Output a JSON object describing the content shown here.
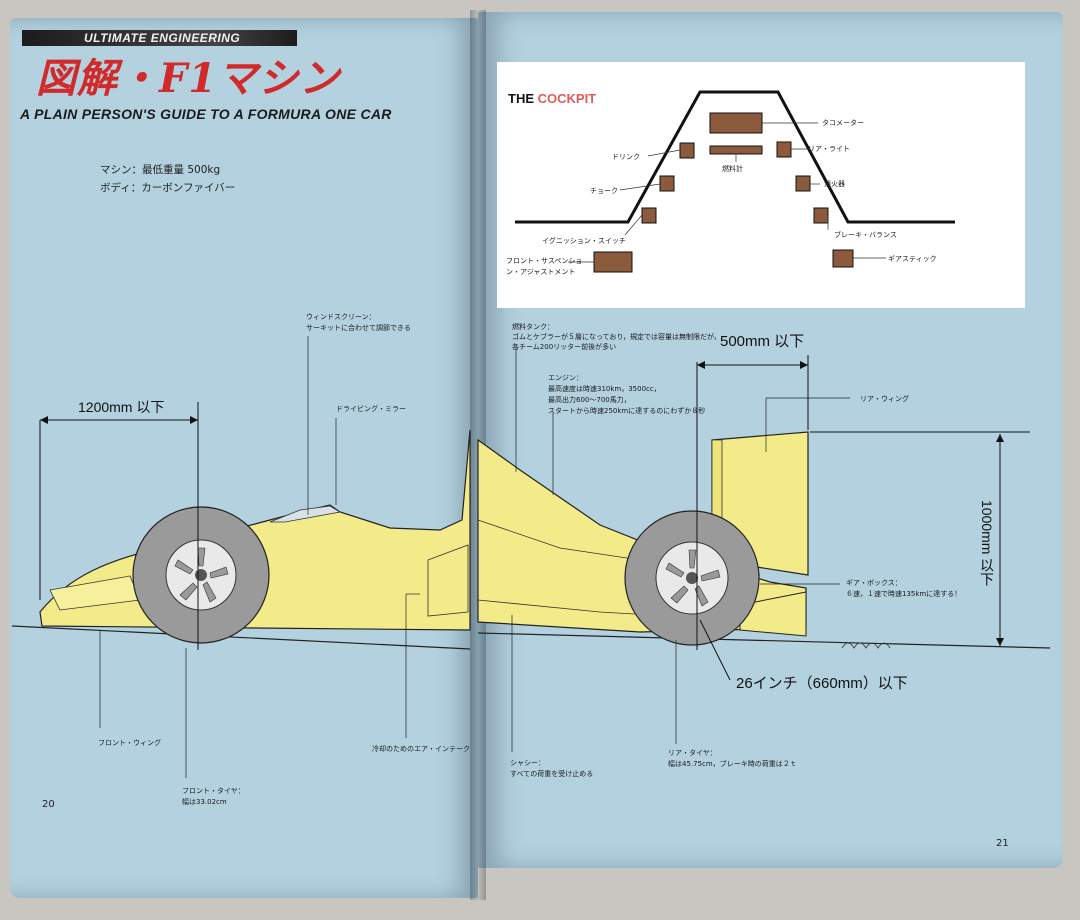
{
  "left_page": {
    "banner_text": "ULTIMATE ENGINEERING",
    "title": "図解・F1マシン",
    "subtitle": "A PLAIN PERSON'S GUIDE TO A FORMURA ONE CAR",
    "spec_line_1": "マシン：最低重量 500kg",
    "spec_line_2": "ボディ：カーボンファイバー",
    "page_number": "20",
    "dim_front": "1200mm 以下",
    "annotations": {
      "windscreen_1": "ウィンドスクリーン：",
      "windscreen_2": "サーキットに合わせて調節できる",
      "mirror": "ドライビング・ミラー",
      "front_wing": "フロント・ウィング",
      "front_tire_1": "フロント・タイヤ：",
      "front_tire_2": "幅は33.02cm",
      "air_intake": "冷却のためのエア・インテーク"
    }
  },
  "right_page": {
    "page_number": "21",
    "cockpit": {
      "title_a": "THE ",
      "title_b": "COCKPIT",
      "labels": {
        "tachometer": "タコメーター",
        "drink": "ドリンク",
        "rear_light": "リア・ライト",
        "choke": "チョーク",
        "fuel_gauge": "燃料計",
        "extinguisher": "消火器",
        "ignition": "イグニッション・スイッチ",
        "brake_balance": "ブレーキ・バランス",
        "suspension_1": "フロント・サスペンショ",
        "suspension_2": "ン・アジャストメント",
        "gear_stick": "ギアスティック"
      }
    },
    "dim_rear": "500mm 以下",
    "dim_height": "1000mm 以下",
    "dim_wheel": "26インチ（660mm）以下",
    "annotations": {
      "fuel_1": "燃料タンク：",
      "fuel_2": "ゴムとケブラーが５層になっており，規定では容量は無制限だが，",
      "fuel_3": "各チーム200リッター前後が多い",
      "engine_1": "エンジン：",
      "engine_2": "最高速度は時速310km，3500cc，",
      "engine_3": "最高出力600〜700馬力，",
      "engine_4": "スタートから時速250kmに達するのにわずか８秒",
      "rear_wing": "リア・ウィング",
      "gearbox_1": "ギア・ボックス：",
      "gearbox_2": "６速，１速で時速135kmに達する！",
      "chassis_1": "シャシー：",
      "chassis_2": "すべての荷重を受け止める",
      "rear_tire_1": "リア・タイヤ：",
      "rear_tire_2": "幅は45.75cm，ブレーキ時の荷重は２ｔ"
    }
  },
  "colors": {
    "page_bg": "#b3d1df",
    "car_yellow": "#f3ea8a",
    "title_red": "#d02a2a",
    "tire_grey": "#9a9a9a",
    "gauge_brown": "#8c5a3c"
  }
}
